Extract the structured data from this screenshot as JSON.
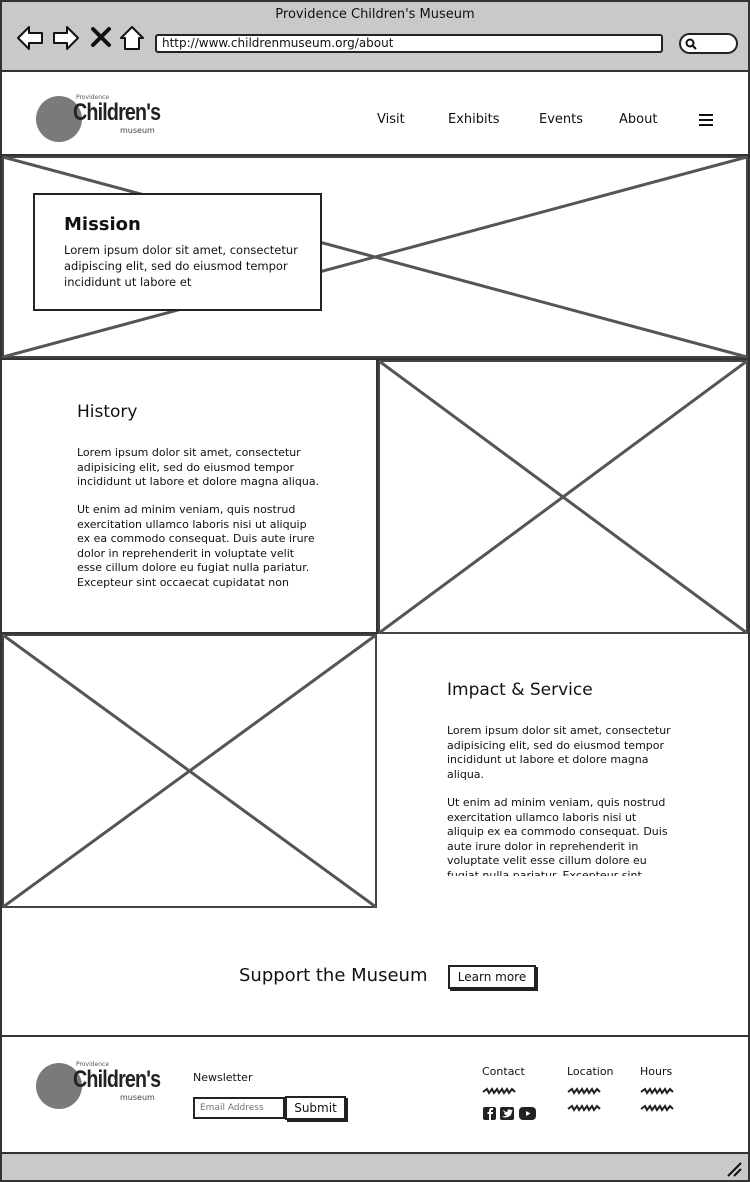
{
  "window": {
    "title": "Providence Children's Museum",
    "url": "http://www.childrenmuseum.org/about"
  },
  "icons": {
    "back": "arrow-left-icon",
    "forward": "arrow-right-icon",
    "stop": "close-icon",
    "home": "home-icon",
    "search": "search-icon",
    "menu": "hamburger-menu-icon",
    "resize": "resize-grip-icon"
  },
  "logo": {
    "small_text": "Providence",
    "big_text": "Children's",
    "sub_text": "museum"
  },
  "nav": {
    "items": [
      "Visit",
      "Exhibits",
      "Events",
      "About"
    ]
  },
  "mission": {
    "title": "Mission",
    "text": "Lorem ipsum dolor sit amet, consectetur adipiscing elit, sed do eiusmod tempor incididunt ut labore et"
  },
  "history": {
    "title": "History",
    "p1": "Lorem ipsum dolor sit amet, consectetur adipisicing elit, sed do eiusmod tempor incididunt ut labore et dolore magna aliqua.",
    "p2": "Ut enim ad minim veniam, quis nostrud exercitation ullamco laboris nisi ut aliquip ex ea commodo consequat. Duis aute irure dolor in reprehenderit in voluptate velit esse cillum dolore eu fugiat nulla pariatur. Excepteur sint occaecat cupidatat non"
  },
  "impact": {
    "title": "Impact & Service",
    "p1": "Lorem ipsum dolor sit amet, consectetur adipisicing elit, sed do eiusmod tempor incididunt ut labore et dolore magna aliqua.",
    "p2": "Ut enim ad minim veniam, quis nostrud exercitation ullamco laboris nisi ut aliquip ex ea commodo consequat. Duis aute irure dolor in reprehenderit in voluptate velit esse cillum dolore eu fugiat nulla pariatur. Excepteur sint occaecat"
  },
  "support": {
    "label": "Support the Museum",
    "button": "Learn more"
  },
  "footer": {
    "newsletter_label": "Newsletter",
    "email_placeholder": "Email Address",
    "submit_label": "Submit",
    "contact_label": "Contact",
    "location_label": "Location",
    "hours_label": "Hours",
    "social_icons": [
      "facebook-icon",
      "twitter-icon",
      "youtube-icon"
    ]
  }
}
